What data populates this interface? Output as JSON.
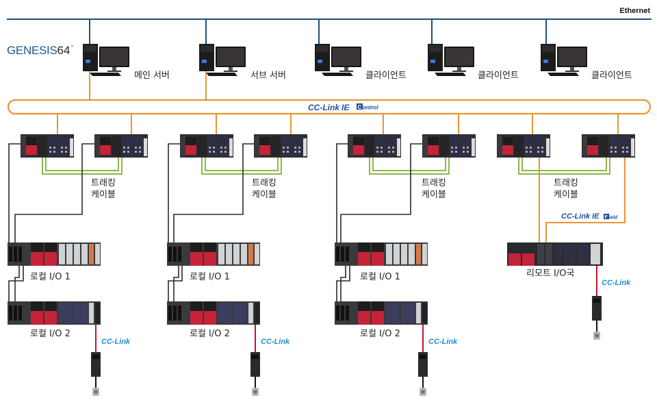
{
  "header": {
    "network_top": "Ethernet",
    "logo_text": "GENESIS",
    "logo_number": "64",
    "logo_tm": "™"
  },
  "computers": [
    {
      "label": "메인 서버",
      "role": "main-server"
    },
    {
      "label": "서브 서버",
      "role": "sub-server"
    },
    {
      "label": "클라이언트",
      "role": "client"
    },
    {
      "label": "클라이언트",
      "role": "client"
    },
    {
      "label": "클라이언트",
      "role": "client"
    }
  ],
  "control_network": {
    "prefix": "CC-Link",
    "ie": "IE",
    "badge": "C",
    "suffix": "ontrol"
  },
  "field_network": {
    "prefix": "CC-Link",
    "ie": "IE",
    "badge": "F",
    "suffix": "ield"
  },
  "cclink_label": {
    "prefix": "CC",
    "suffix": "-Link"
  },
  "tracking_cable": {
    "line1": "트래킹",
    "line2": "케이블"
  },
  "systems": [
    {
      "type": "local",
      "io1": "로컬 I/O 1",
      "io2": "로컬 I/O 2"
    },
    {
      "type": "local",
      "io1": "로컬 I/O 1",
      "io2": "로컬 I/O 2"
    },
    {
      "type": "local",
      "io1": "로컬 I/O 1",
      "io2": "로컬 I/O 2"
    },
    {
      "type": "remote",
      "remote": "리모트 I/O국"
    }
  ],
  "colors": {
    "ethernet": "#1d4f7c",
    "control_ring": "#e8962e",
    "tracking": "#8cb84a",
    "io_cable": "#2a2a2a",
    "cclink_cable": "#c8102e",
    "plc_red": "#c4233a",
    "plc_dark": "#2b2b30"
  }
}
